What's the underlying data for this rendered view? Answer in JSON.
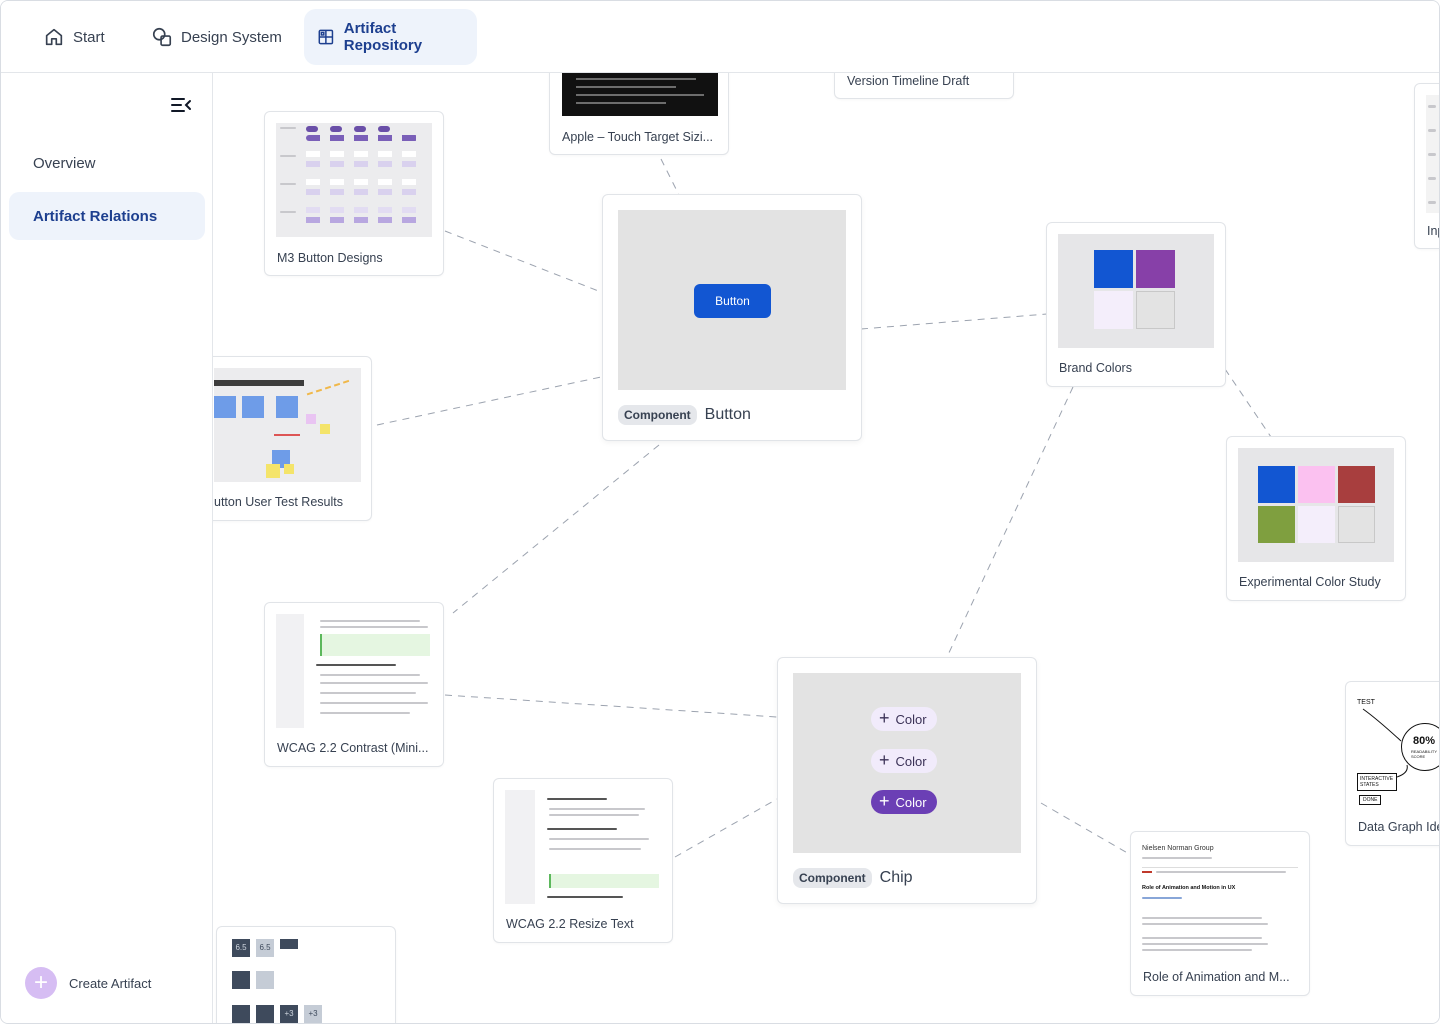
{
  "nav": {
    "tabs": [
      {
        "label": "Start",
        "icon": "home-icon"
      },
      {
        "label": "Design System",
        "icon": "shapes-icon"
      },
      {
        "label": "Artifact Repository",
        "icon": "grid-icon"
      }
    ]
  },
  "sidebar": {
    "items": [
      {
        "label": "Overview"
      },
      {
        "label": "Artifact Relations"
      }
    ],
    "create_label": "Create Artifact"
  },
  "canvas": {
    "artifacts": {
      "m3": "M3 Button Designs",
      "apple": "Apple – Touch Target Sizi...",
      "timeline": "Version Timeline Draft",
      "input": "Inp",
      "usertest": "utton User Test Results",
      "brand": "Brand Colors",
      "experimental": "Experimental Color Study",
      "wcag_contrast": "WCAG 2.2 Contrast (Mini...",
      "wcag_resize": "WCAG 2.2 Resize Text",
      "datagraph": "Data Graph Ide",
      "animation": "Role of Animation and M..."
    },
    "button_component": {
      "badge": "Component",
      "name": "Button",
      "preview_label": "Button"
    },
    "chip_component": {
      "badge": "Component",
      "name": "Chip",
      "chips": [
        "Color",
        "Color",
        "Color"
      ]
    },
    "thumb_text": {
      "nngroup": "Nielsen Norman Group",
      "nn_title": "Role of Animation and Motion in UX",
      "sketch_test": "TEST",
      "sketch_pct": "80%",
      "sketch_score": "READABILITY SCORE",
      "sketch_states": "INTERACTIVE STATES",
      "sketch_done": "DONE",
      "score_a": "6.5",
      "score_b": "6.5",
      "score_c": "+3",
      "score_d": "+3"
    }
  },
  "colors": {
    "accent": "#1d3f8f",
    "button_blue": "#1256d2",
    "chip_purple": "#6b3fb5",
    "brand": [
      "#1256d2",
      "#8740a8",
      "#f4eefb",
      "#e3e3e3"
    ],
    "experimental": [
      "#1256d2",
      "#fbc1f0",
      "#a83e3e",
      "#7f9f3f",
      "#f4eefb",
      "#e3e3e3"
    ]
  }
}
